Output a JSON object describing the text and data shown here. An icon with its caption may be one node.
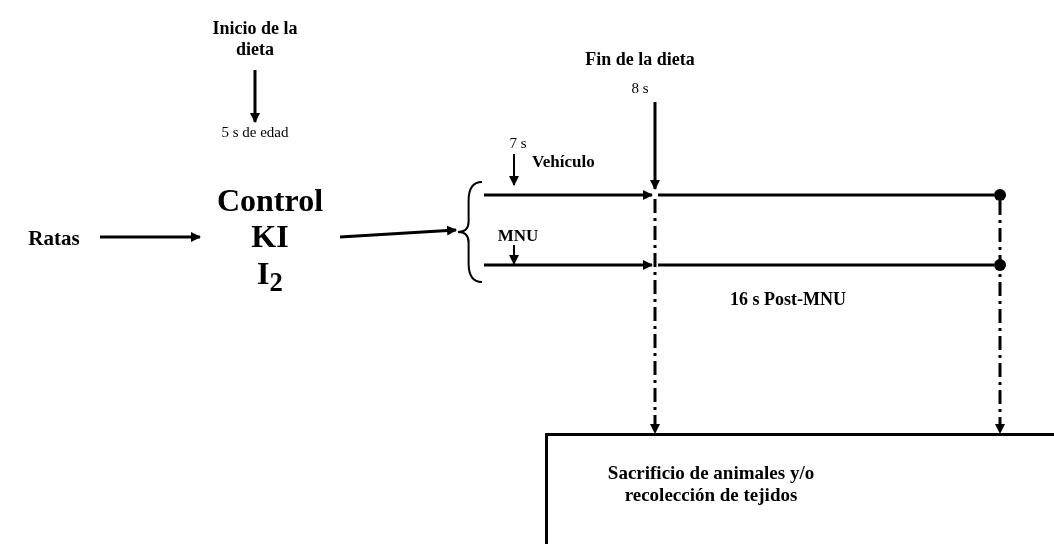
{
  "diagram": {
    "nodes": [
      {
        "text": [
          "Ratas"
        ]
      },
      {
        "text": [
          "Control",
          "KI",
          "I$_{2}$"
        ]
      },
      {
        "text": [
          "Inicio de la dieta"
        ]
      },
      {
        "text": [
          "5 s de edad"
        ]
      },
      {
        "text": [
          "Fin de la dieta",
          "8 s"
        ]
      },
      {
        "text": [
          "7 s"
        ]
      },
      {
        "text": [
          "MNU"
        ]
      },
      {
        "text": [],
        "shape": "bracket"
      },
      {
        "text": [
          "Sacrificio de animales y/o recolección de tejidos"
        ]
      },
      {
        "text": [],
        "shape": "circle"
      },
      {
        "text": [],
        "shape": "circle"
      }
    ],
    "edges": [
      {
        "from": 0,
        "to": 1,
        "arrow": "to"
      },
      {
        "from": 1,
        "to": 7,
        "arrow": "to"
      },
      {
        "from": 2,
        "to": 3,
        "arrow": "to"
      },
      {
        "from": 4,
        "to": null,
        "arrow": "to"
      },
      {
        "from": 7,
        "to": null,
        "arrow": "to"
      },
      {
        "from": 7,
        "to": null,
        "arrow": "to"
      },
      {
        "from": 5,
        "to": null,
        "arrow": "to"
      },
      {
        "from": 6,
        "to": null,
        "arrow": "to"
      },
      {
        "from": null,
        "to": 9,
        "arrow": "none"
      },
      {
        "from": null,
        "to": 10,
        "arrow": "none"
      },
      {
        "from": null,
        "to": 8,
        "arrow": "to",
        "style": "dashed"
      },
      {
        "from": 9,
        "to": 8,
        "arrow": "to",
        "style": "dashed"
      }
    ],
    "labels": [
      "Vehículo",
      "16 s Post-MNU"
    ]
  }
}
